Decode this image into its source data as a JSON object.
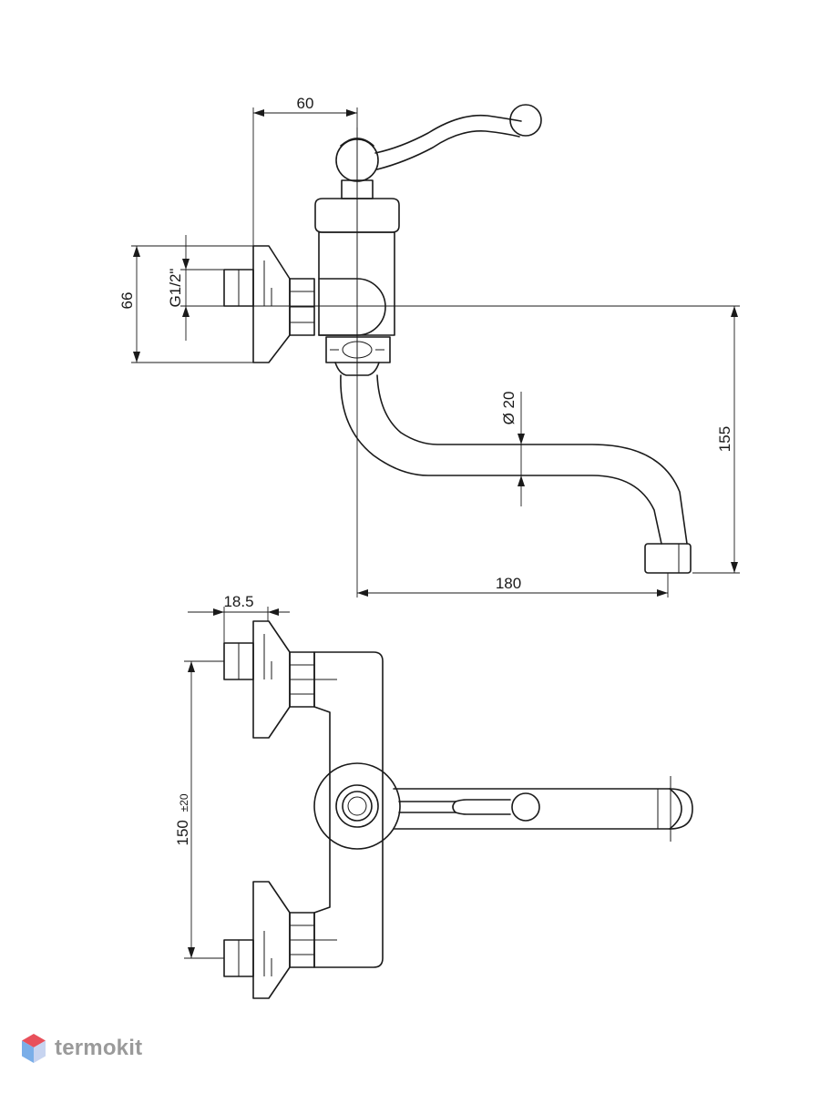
{
  "dimensions": {
    "d60": "60",
    "d66": "66",
    "thread": "G1/2\"",
    "pipe_diameter": "Ø 20",
    "d155": "155",
    "d180": "180",
    "d18_5": "18.5",
    "d150": "150",
    "d150_tol": "±20"
  },
  "brand": {
    "name": "termokit",
    "colors": {
      "top": "#e8505b",
      "left": "#7aaee8",
      "right": "#c7d4f0",
      "text": "#9a9a9a"
    }
  }
}
